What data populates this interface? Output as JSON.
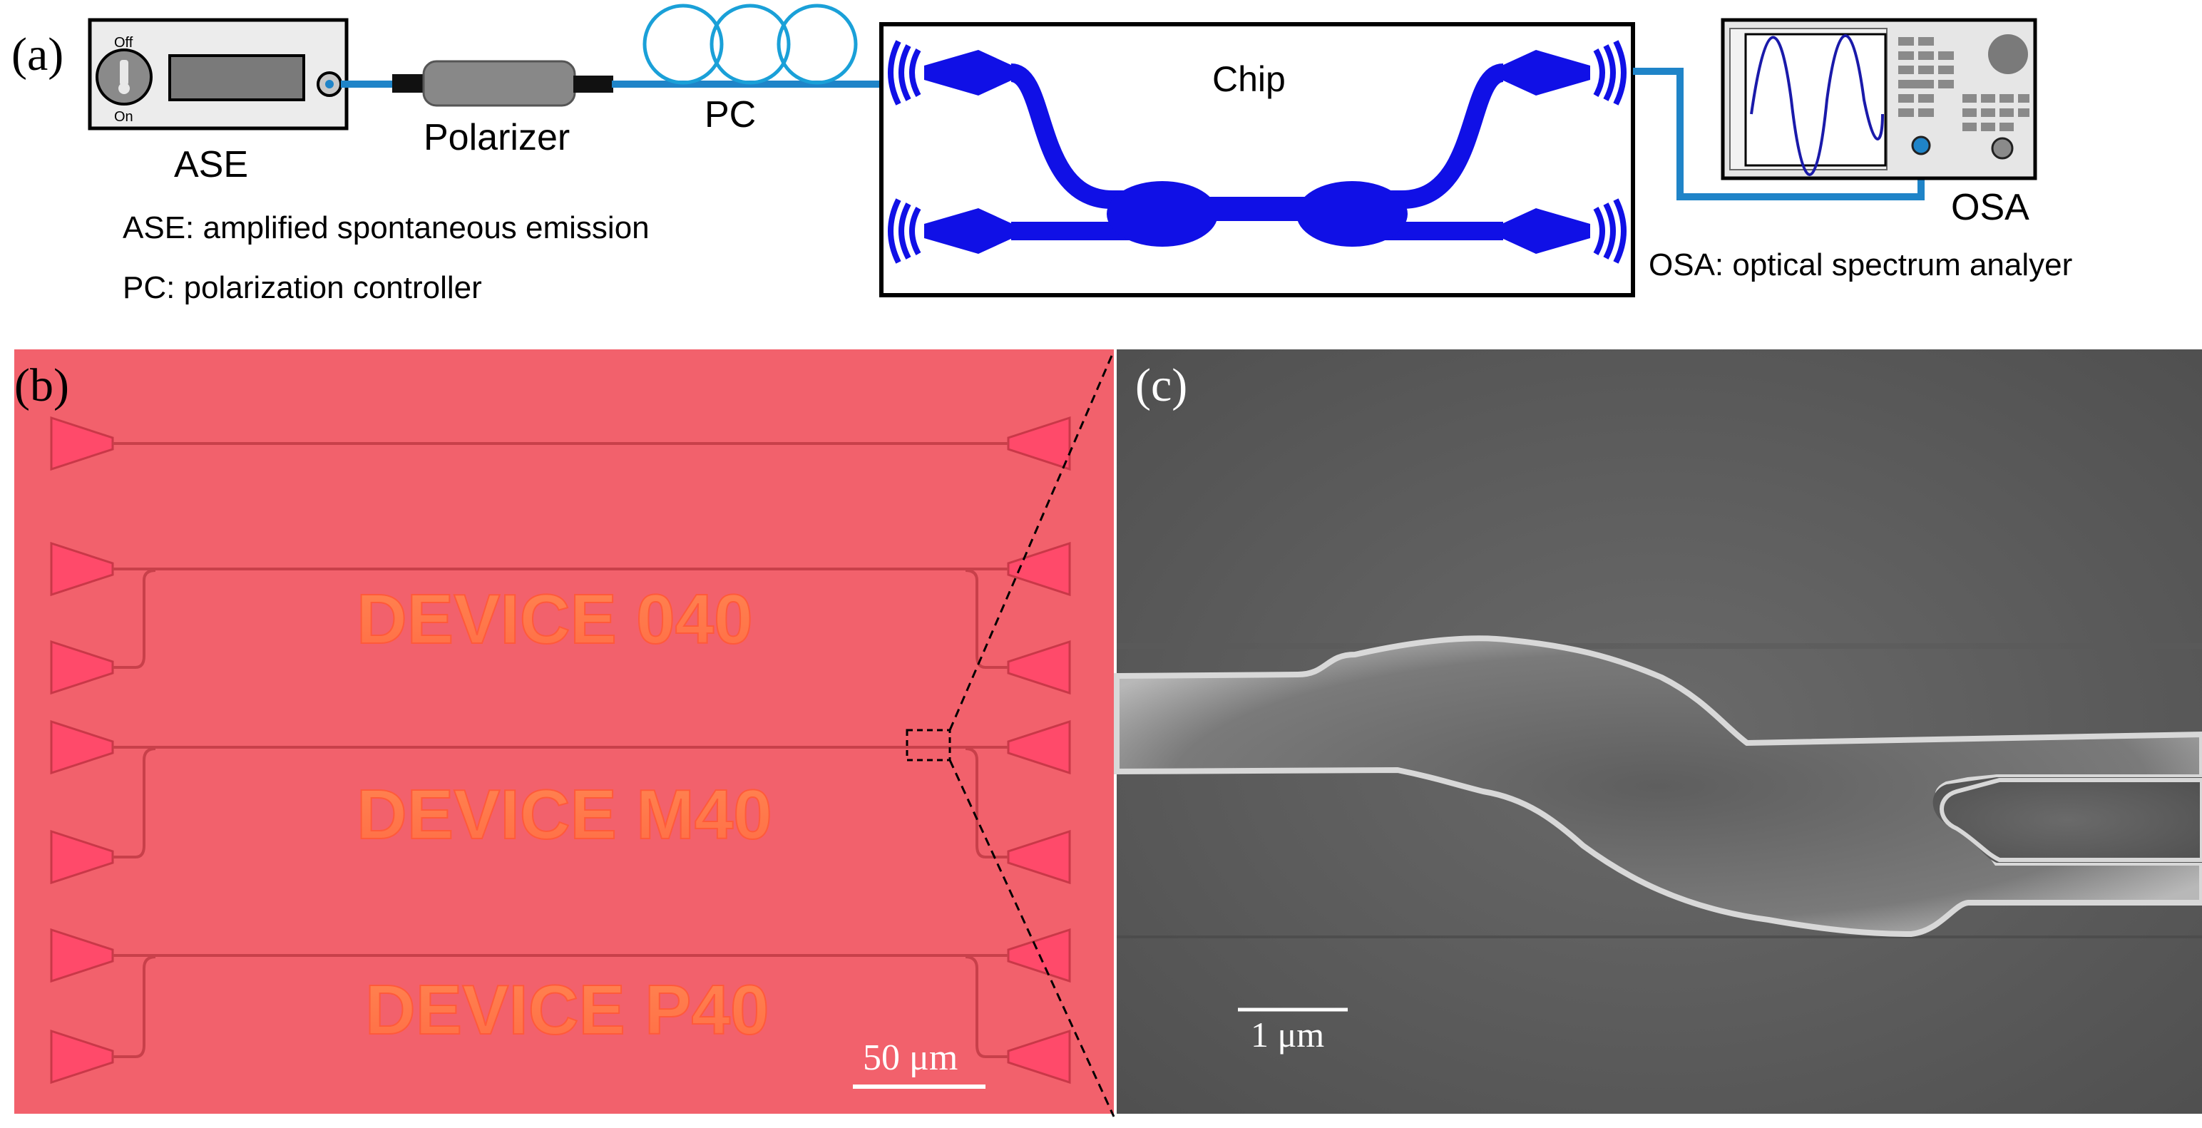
{
  "panel_a": {
    "label": "(a)",
    "ase": {
      "switch_off": "Off",
      "switch_on": "On",
      "title": "ASE"
    },
    "polarizer_label": "Polarizer",
    "pc_label": "PC",
    "chip_label": "Chip",
    "osa_label": "OSA",
    "legend_ase": "ASE: amplified spontaneous emission",
    "legend_pc": "PC: polarization controller",
    "legend_osa": "OSA: optical spectrum analyer",
    "colors": {
      "fiber": "#1f84c8",
      "pc_loop": "#1aa0d8",
      "chip_waveguide": "#1010e6",
      "osa_trace": "#1a1aaa"
    }
  },
  "panel_b": {
    "label": "(b)",
    "devices": [
      "DEVICE 040",
      "DEVICE M40",
      "DEVICE P40"
    ],
    "scale_bar": "50 μm",
    "colors": {
      "background": "#f2616c",
      "text": "#ff7a4a"
    }
  },
  "panel_c": {
    "label": "(c)",
    "scale_bar": "1 μm"
  }
}
